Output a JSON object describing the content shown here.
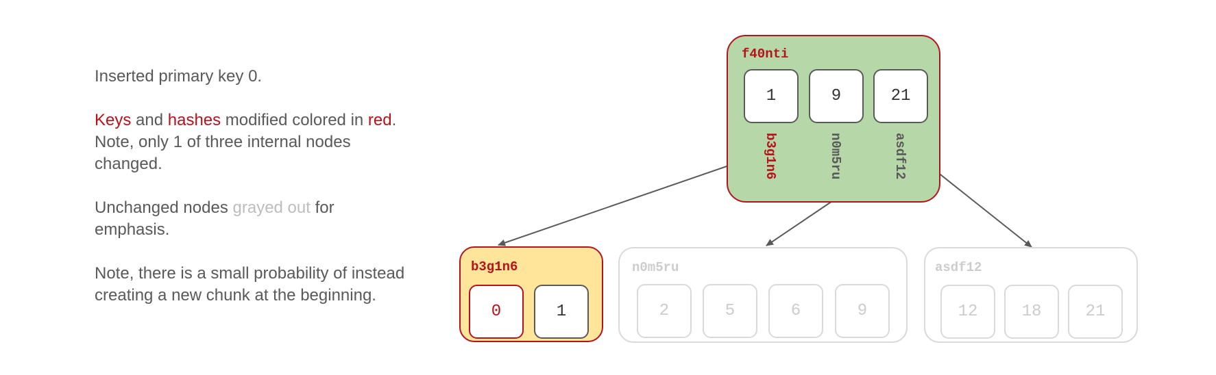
{
  "notes": {
    "line1": "Inserted primary key 0.",
    "p2_keys": "Keys",
    "p2_and": " and ",
    "p2_hashes": "hashes",
    "p2_mid": " modified colored in ",
    "p2_red": "red",
    "p2_end": ".",
    "p2_line2": "Note, only 1 of three internal nodes",
    "p2_line3": "changed.",
    "p3_start": "Unchanged nodes ",
    "p3_gray": "grayed out",
    "p3_end": " for",
    "p3_line2": "emphasis.",
    "p4_line1": "Note, there is a small probability of instead",
    "p4_line2": "creating a new chunk at the beginning."
  },
  "root": {
    "label": "f40nti",
    "keys": [
      "1",
      "9",
      "21"
    ],
    "child_hashes": [
      "b3g1n6",
      "n0m5ru",
      "asdf12"
    ]
  },
  "leaf_changed": {
    "label": "b3g1n6",
    "keys": [
      "0",
      "1"
    ]
  },
  "leaf_middle": {
    "label": "n0m5ru",
    "keys": [
      "2",
      "5",
      "6",
      "9"
    ]
  },
  "leaf_right": {
    "label": "asdf12",
    "keys": [
      "12",
      "18",
      "21"
    ]
  },
  "colors": {
    "changed": "#b7121b",
    "root_fill": "#b6d7a8",
    "leaf_fill": "#ffe599",
    "text": "#595959",
    "grayed": "#cccccc"
  }
}
